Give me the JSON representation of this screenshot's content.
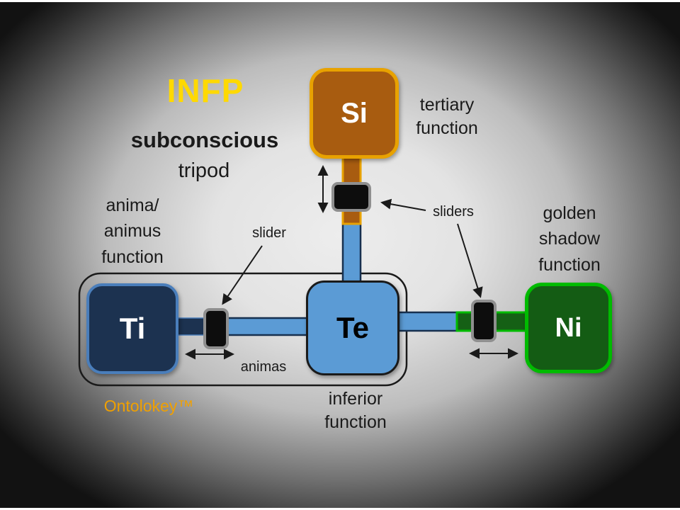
{
  "slide": {
    "title": "INFP",
    "subtitle_line1": "subconscious",
    "subtitle_line2": "tripod",
    "brand": "Ontolokey™"
  },
  "annotations": {
    "tertiary": "tertiary\nfunction",
    "anima": "anima/\nanimus\nfunction",
    "golden": "golden\nshadow\nfunction",
    "inferior": "inferior\nfunction",
    "slider": "slider",
    "sliders": "sliders",
    "animas": "animas"
  },
  "boxes": {
    "si": {
      "label": "Si",
      "fill": "#a85c10",
      "border": "#e8a200",
      "text_color": "#ffffff"
    },
    "ti": {
      "label": "Ti",
      "fill": "#1c3250",
      "border": "#4a7ebb",
      "text_color": "#ffffff"
    },
    "te": {
      "label": "Te",
      "fill": "#5b9bd5",
      "border": "#1a1a1a",
      "text_color": "#000000"
    },
    "ni": {
      "label": "Ni",
      "fill": "#145c14",
      "border": "#00bb00",
      "text_color": "#ffffff"
    }
  },
  "colors": {
    "title_yellow": "#ffd900",
    "brand_orange": "#f0a000",
    "connector_blue": "#5b9bd5",
    "connector_blue_edge": "#17304f",
    "connector_navy": "#1c3250",
    "connector_orange_fill": "#a85c10",
    "connector_orange_edge": "#e8a200",
    "connector_green_fill": "#156015",
    "connector_green_edge": "#00bb00",
    "slider_knob_fill": "#0d0d0d",
    "slider_knob_edge": "#8f8f8f",
    "annotation_text": "#1a1a1a"
  }
}
